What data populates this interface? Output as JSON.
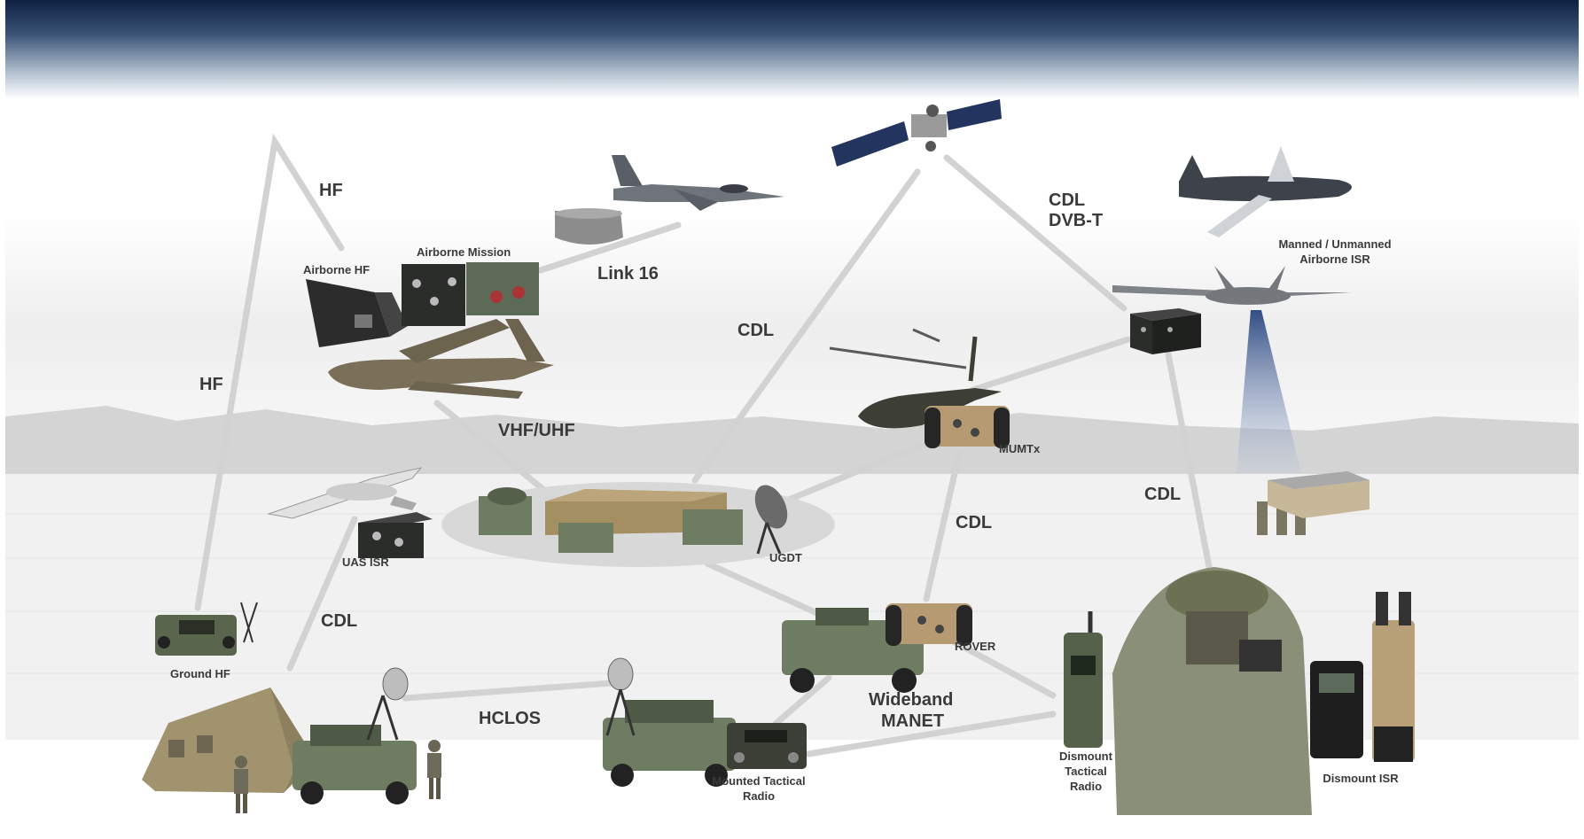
{
  "labels": {
    "hf_top": "HF",
    "hf_left": "HF",
    "airborne_hf": "Airborne HF",
    "airborne_mission": "Airborne Mission",
    "link16": "Link 16",
    "cdl_center": "CDL",
    "cdl_dvbt_1": "CDL",
    "cdl_dvbt_2": "DVB-T",
    "manned_unmanned_1": "Manned / Unmanned",
    "manned_unmanned_2": "Airborne ISR",
    "vhf_uhf": "VHF/UHF",
    "mumtx": "MUMTx",
    "cdl_mid": "CDL",
    "cdl_right": "CDL",
    "uas_isr": "UAS ISR",
    "ugdt": "UGDT",
    "cdl_left": "CDL",
    "ground_hf": "Ground HF",
    "hclos": "HCLOS",
    "rover": "ROVER",
    "wideband_1": "Wideband",
    "wideband_2": "MANET",
    "dismount_radio_1": "Dismount",
    "dismount_radio_2": "Tactical",
    "dismount_radio_3": "Radio",
    "dismount_isr": "Dismount ISR",
    "mounted_radio_1": "Mounted Tactical",
    "mounted_radio_2": "Radio"
  },
  "colors": {
    "sky_top": "#0e2143",
    "link_line": "#d2d2d2",
    "label_text": "#3a3a3a",
    "military_green": "#6e7d62",
    "tan": "#b59a72"
  },
  "icons": [
    "satellite-icon",
    "fighter-jet-icon",
    "link16-terminal-icon",
    "airborne-hf-radio-icon",
    "airborne-mission-radio-icon",
    "cargo-aircraft-icon",
    "global-hawk-icon",
    "reaper-drone-icon",
    "isr-terminal-icon",
    "apache-helicopter-icon",
    "mumtx-radio-icon",
    "uas-drone-icon",
    "uas-isr-radio-icon",
    "command-post-icon",
    "ugdt-dish-icon",
    "ground-hf-radio-icon",
    "tent-icon",
    "humvee-icon",
    "dish-antenna-icon",
    "soldier-icon",
    "rover-radio-icon",
    "mounted-radio-icon",
    "handheld-radio-icon",
    "dismount-isr-device-icon",
    "hangar-icon"
  ]
}
